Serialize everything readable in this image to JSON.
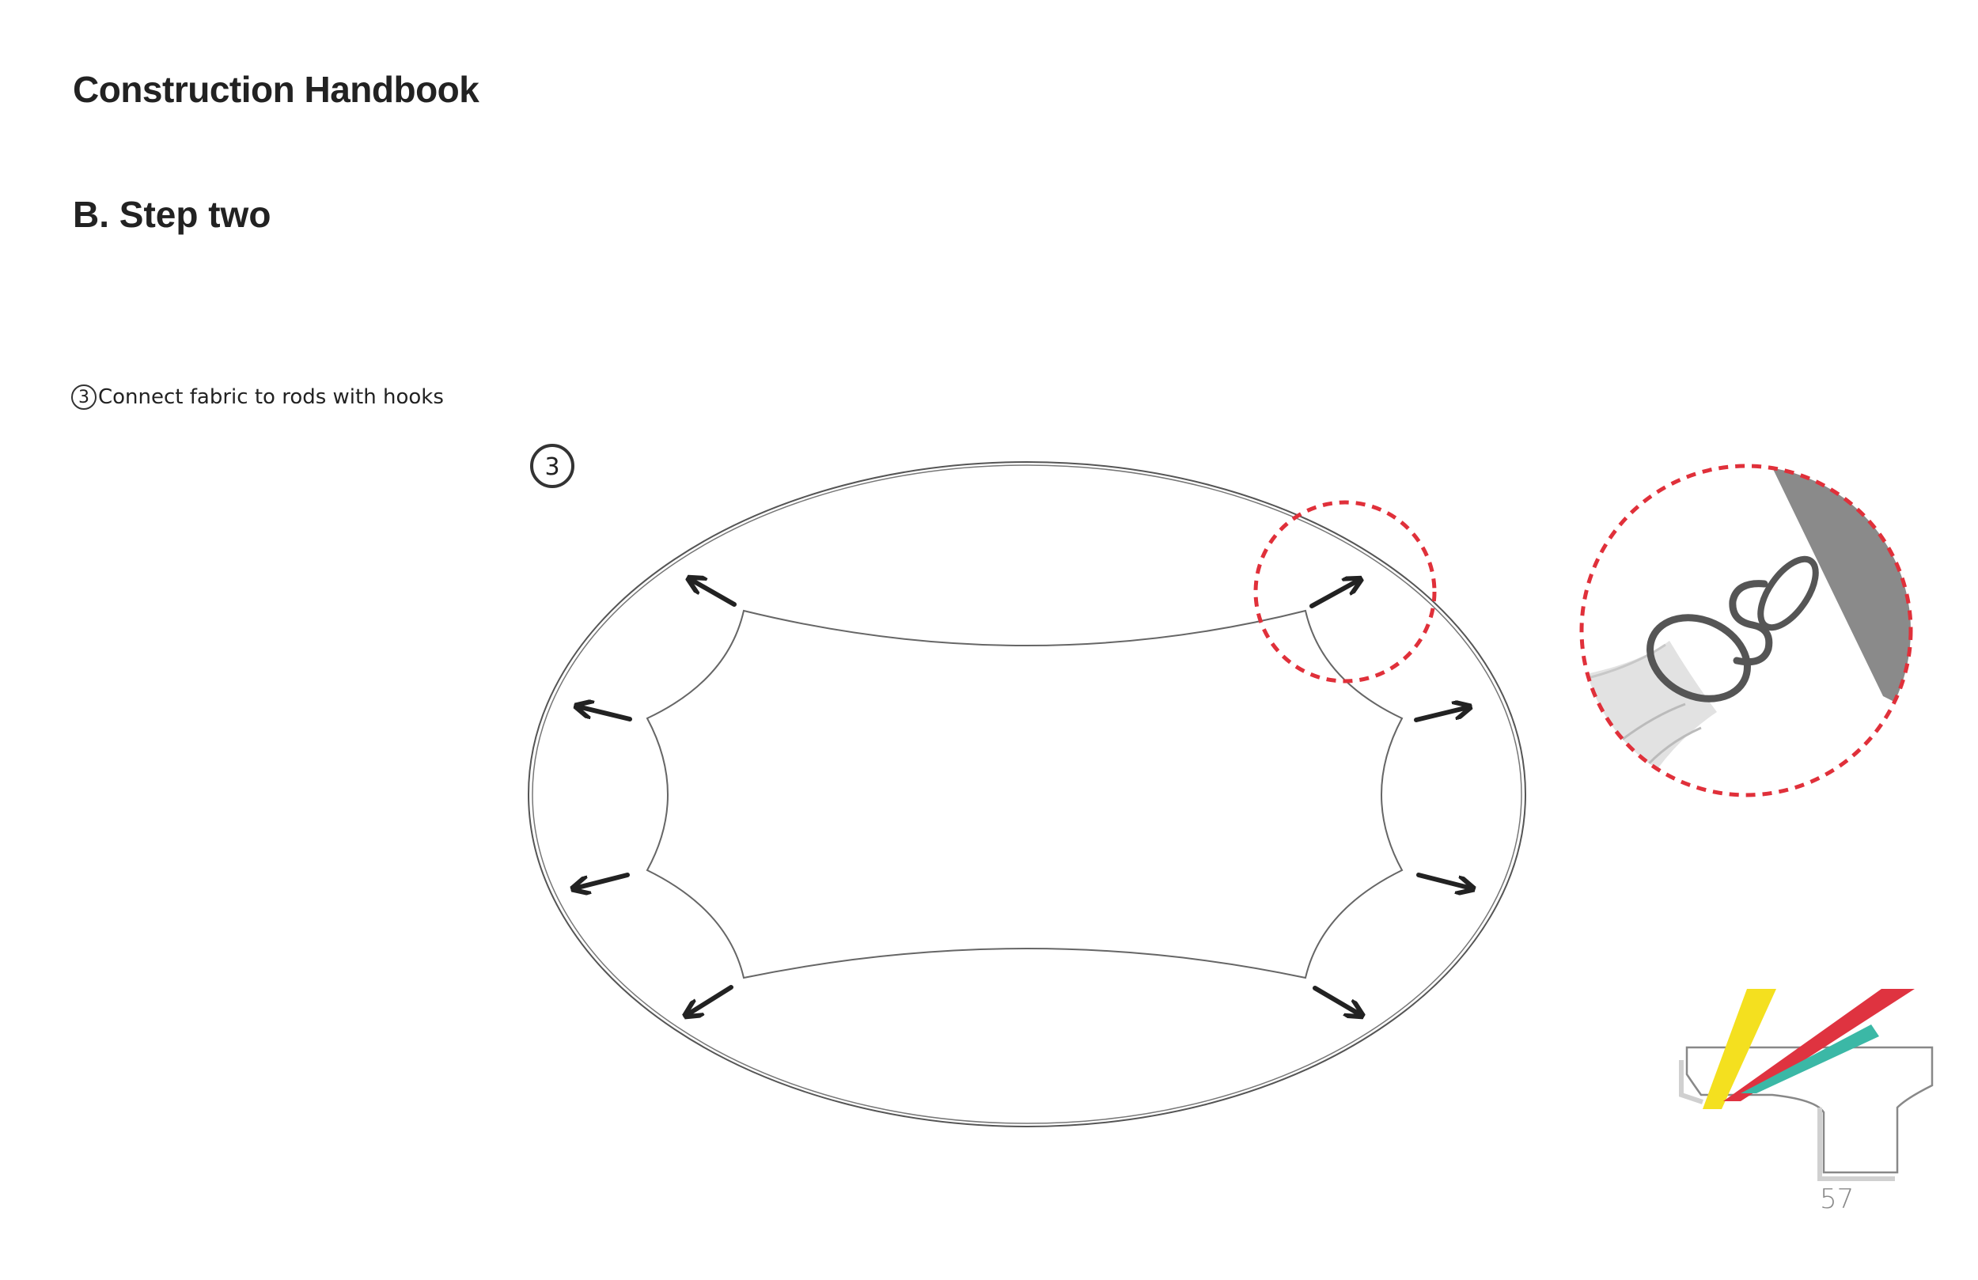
{
  "document": {
    "title": "Construction Handbook",
    "section_title": "B. Step two",
    "page_number": "57"
  },
  "instructions": [
    {
      "number": "3",
      "text": "Connect fabric to rods with hooks"
    }
  ],
  "diagram": {
    "step_marker": "3"
  },
  "colors": {
    "detail_circle": "#e0303a",
    "logo_yellow": "#f4e01f",
    "logo_red": "#df3340",
    "logo_teal": "#3bb8a6",
    "arrow": "#222222"
  }
}
